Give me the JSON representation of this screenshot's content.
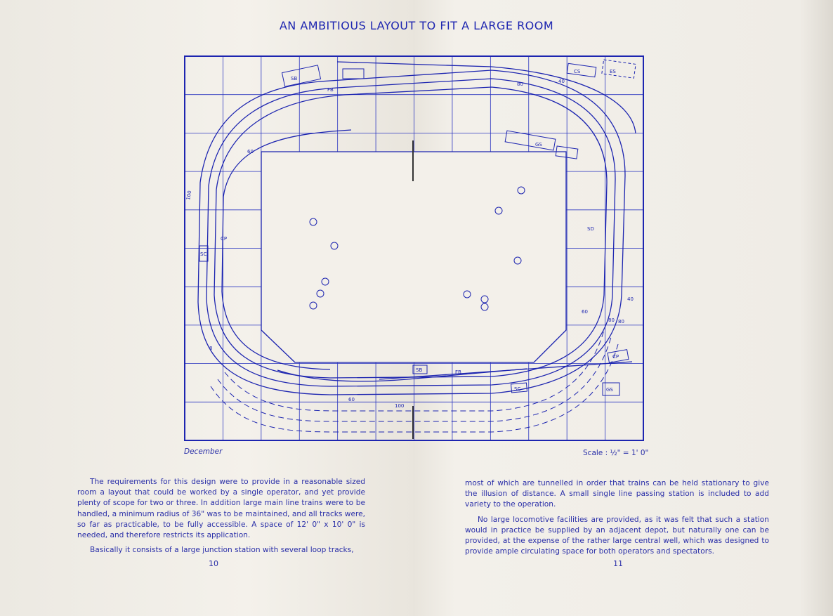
{
  "title": "AN AMBITIOUS LAYOUT TO FIT A LARGE ROOM",
  "caption": "December",
  "scale": "Scale : ½\" = 1' 0\"",
  "colors": {
    "ink": "#1d25b0",
    "paper": "#f1eee8"
  },
  "diagram_labels": {
    "sb_top": "SB",
    "fb_top": "FB",
    "n80_top": "80",
    "n40_top": "40",
    "cs": "CS",
    "es": "ES",
    "gs_top": "GS",
    "n60_left": "60",
    "n100_left": "100",
    "sc_left": "SC",
    "cp_left": "CP",
    "n80_left": "8",
    "sd": "SD",
    "n40_right": "40",
    "n60_right": "60",
    "n80_right1": "80",
    "n80_right2": "80",
    "cp_right": "CP",
    "gs_bottom": "GS",
    "sc_bottom": "SC",
    "fb_bottom": "FB",
    "sb_bottom": "SB",
    "n60_bottom": "60",
    "n100_bottom": "100"
  },
  "left_text": {
    "paragraphs": [
      "The requirements for this design were to provide in a reasonable sized room a layout that could be worked by a single operator, and yet provide plenty of scope for two or three. In addition large main line trains were to be handled, a minimum radius of 36\" was to be maintained, and all tracks were, so far as practicable, to be fully accessible. A space of 12' 0\" x 10' 0\" is needed, and therefore restricts its application.",
      "Basically it consists of a large junction station with several loop tracks,"
    ],
    "page_number": "10"
  },
  "right_text": {
    "paragraphs": [
      "most of which are tunnelled in order that trains can be held stationary to give the illusion of distance. A small single line passing station is included to add variety to the operation.",
      "No large locomotive facilities are provided, as it was felt that such a station would in practice be supplied by an adjacent depot, but naturally one can be provided, at the expense of the rather large central well, which was designed to provide ample circulating space for both operators and spectators."
    ],
    "page_number": "11"
  }
}
